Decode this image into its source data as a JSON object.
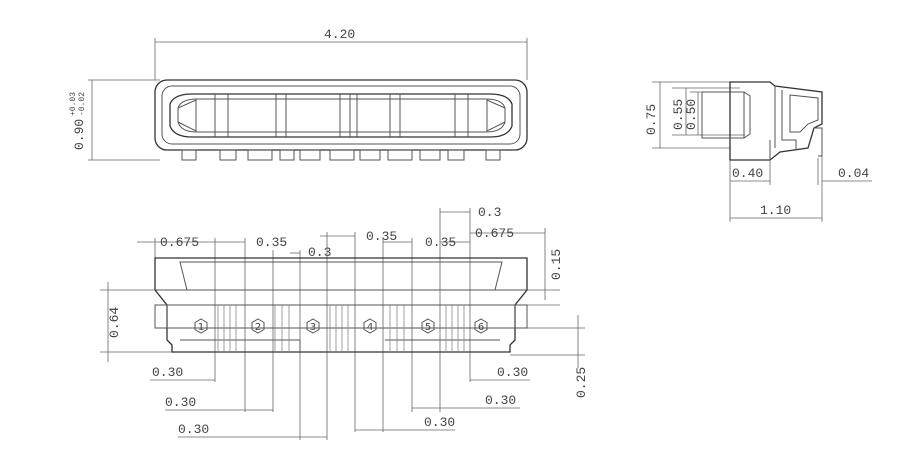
{
  "top_view": {
    "width_label": "4.20",
    "height_label": "0.90",
    "tol_plus": "+0.03",
    "tol_minus": "-0.02"
  },
  "side_view": {
    "h1": "0.75",
    "h2": "0.55",
    "h3": "0.50",
    "w1": "0.40",
    "w2": "0.04",
    "w3": "1.10"
  },
  "front_view": {
    "top_labels": [
      "0.675",
      "0.35",
      "0.3",
      "0.35",
      "0.35",
      "0.675",
      "0.3"
    ],
    "right_label": "0.15",
    "left_label": "0.64",
    "right_bottom_label": "0.25",
    "bottom_labels": [
      "0.30",
      "0.30",
      "0.30",
      "0.30",
      "0.30",
      "0.30"
    ],
    "pins": [
      "1",
      "2",
      "3",
      "4",
      "5",
      "6"
    ]
  }
}
